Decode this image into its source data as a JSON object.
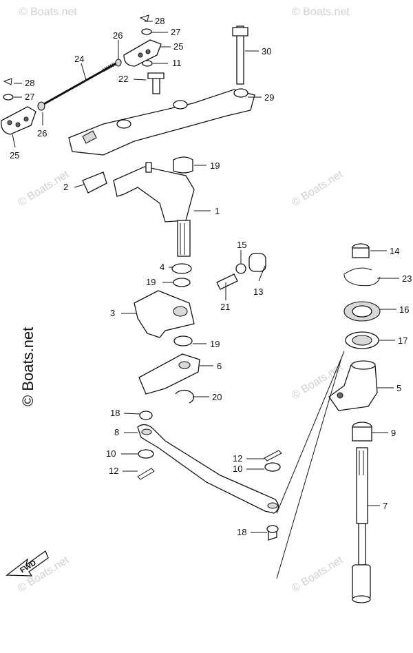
{
  "watermark": "© Boats.net",
  "fwd_label": "FWD",
  "callouts": {
    "c1": "1",
    "c2": "2",
    "c3": "3",
    "c4": "4",
    "c5": "5",
    "c6": "6",
    "c7": "7",
    "c8": "8",
    "c9": "9",
    "c10a": "10",
    "c10b": "10",
    "c11": "11",
    "c12a": "12",
    "c12b": "12",
    "c13": "13",
    "c14": "14",
    "c15": "15",
    "c16": "16",
    "c17": "17",
    "c18a": "18",
    "c18b": "18",
    "c19a": "19",
    "c19b": "19",
    "c19c": "19",
    "c20": "20",
    "c21": "21",
    "c22": "22",
    "c23": "23",
    "c24": "24",
    "c25a": "25",
    "c25b": "25",
    "c26a": "26",
    "c26b": "26",
    "c27a": "27",
    "c27b": "27",
    "c28a": "28",
    "c28b": "28",
    "c29": "29",
    "c30": "30"
  }
}
